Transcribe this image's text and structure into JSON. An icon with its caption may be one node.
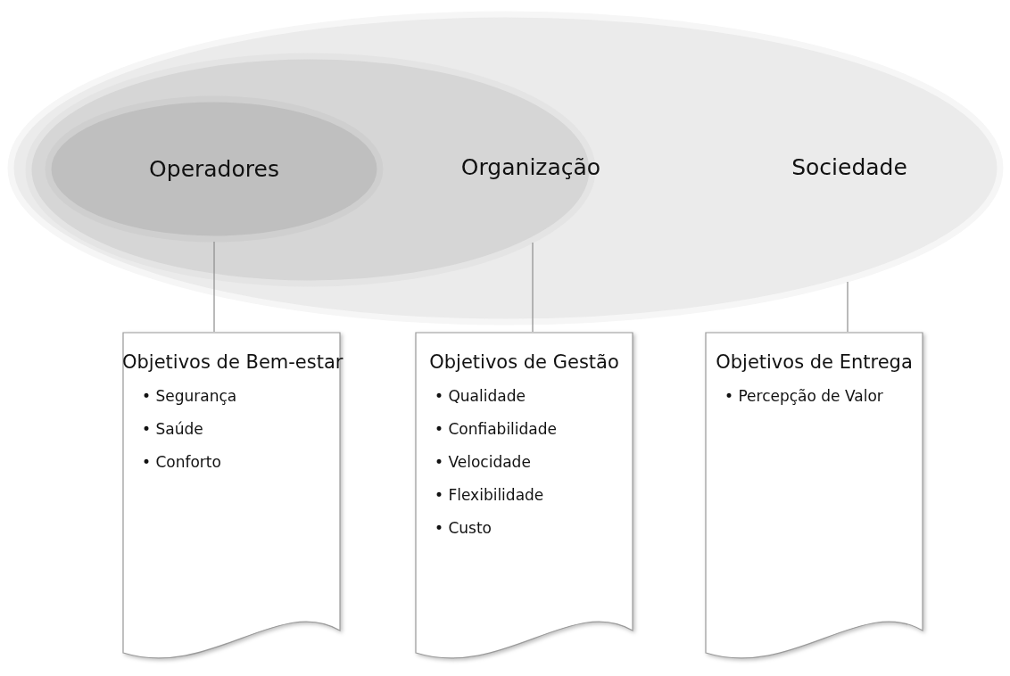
{
  "diagram": {
    "nodes": [
      {
        "text": [
          "Sociedade"
        ]
      },
      {
        "text": [
          "Organização"
        ],
        "in": 0
      },
      {
        "text": [
          "Operadores"
        ],
        "in": 1
      },
      {
        "text": [
          "Objetivos de Bem-estar",
          "• Segurança",
          "• Saúde",
          "• Conforto"
        ]
      },
      {
        "text": [
          "Objetivos de Gestão",
          "• Qualidade",
          "• Confiabilidade",
          "• Velocidade",
          "• Flexibilidade",
          "• Custo"
        ]
      },
      {
        "text": [
          "Objetivos de Entrega",
          "• Percepção de Valor"
        ]
      }
    ],
    "edges": [
      {
        "from": 2,
        "to": 3,
        "arrow": "none"
      },
      {
        "from": 1,
        "to": 4,
        "arrow": "none"
      },
      {
        "from": 0,
        "to": 5,
        "arrow": "none"
      }
    ]
  }
}
